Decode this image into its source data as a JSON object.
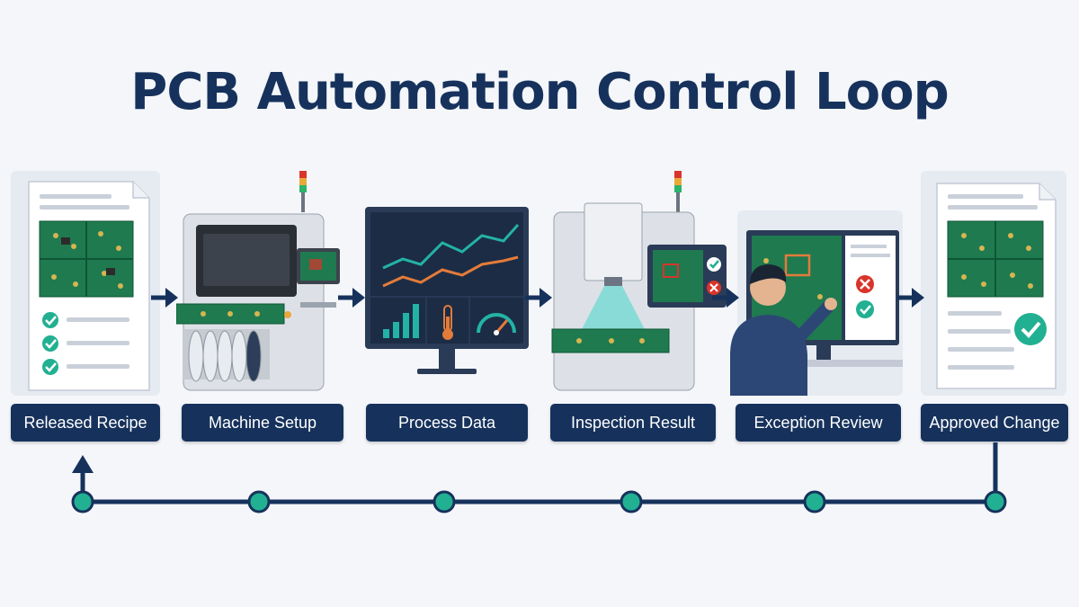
{
  "title": "PCB Automation Control Loop",
  "stages": [
    {
      "id": "released-recipe",
      "label": "Released Recipe"
    },
    {
      "id": "machine-setup",
      "label": "Machine Setup"
    },
    {
      "id": "process-data",
      "label": "Process Data"
    },
    {
      "id": "inspection-result",
      "label": "Inspection Result"
    },
    {
      "id": "exception-review",
      "label": "Exception Review"
    },
    {
      "id": "approved-change",
      "label": "Approved Change"
    }
  ],
  "colors": {
    "navy": "#16325c",
    "teal": "#22b092",
    "pcb_green": "#1f7a4f",
    "alert_red": "#d9342b",
    "chart_teal": "#23b3a6",
    "chart_orange": "#e37b3a"
  },
  "icons": [
    "document-icon",
    "check-icon",
    "pcb-board-icon",
    "pick-and-place-machine-icon",
    "signal-tower-icon",
    "line-chart-icon",
    "bar-chart-icon",
    "thermometer-icon",
    "gauge-icon",
    "inspection-machine-icon",
    "x-icon",
    "operator-icon",
    "approved-document-icon"
  ]
}
